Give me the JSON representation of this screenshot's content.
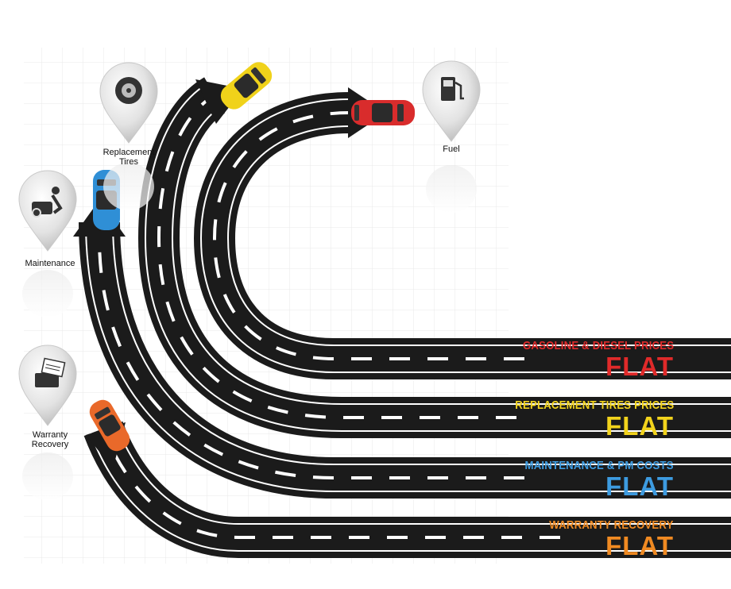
{
  "pins": [
    {
      "id": "tires",
      "icon": "tire-icon",
      "label_line1": "Replacement",
      "label_line2": "Tires"
    },
    {
      "id": "fuel",
      "icon": "fuel-pump-icon",
      "label_line1": "Fuel",
      "label_line2": ""
    },
    {
      "id": "maintenance",
      "icon": "mechanic-icon",
      "label_line1": "Maintenance",
      "label_line2": ""
    },
    {
      "id": "warranty",
      "icon": "briefcase-documents-icon",
      "label_line1": "Warranty",
      "label_line2": "Recovery"
    }
  ],
  "roads": [
    {
      "id": "gasoline",
      "title": "GASOLINE & DIESEL PRICES",
      "status": "FLAT",
      "color": "#e02a2a",
      "car_color": "#d92c2c"
    },
    {
      "id": "tires",
      "title": "REPLACEMENT  TIRES PRICES",
      "status": "FLAT",
      "color": "#f2d31c",
      "car_color": "#f0d21a"
    },
    {
      "id": "maintenance",
      "title": "MAINTENANCE & PM COSTS",
      "status": "FLAT",
      "color": "#3d9be0",
      "car_color": "#2f8fd6"
    },
    {
      "id": "warranty",
      "title": "WARRANTY RECOVERY",
      "status": "FLAT",
      "color": "#f08a22",
      "car_color": "#e9692a"
    }
  ]
}
